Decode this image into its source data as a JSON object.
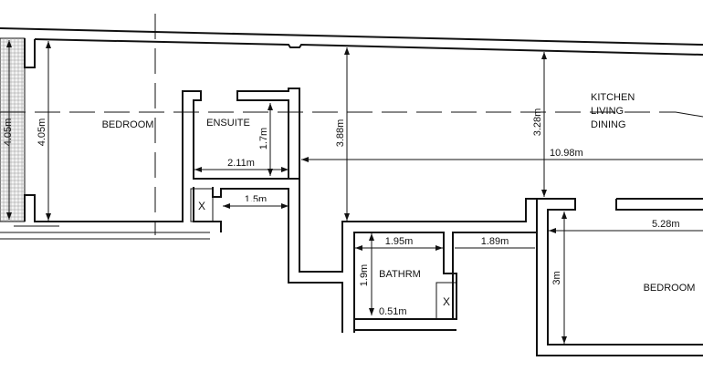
{
  "rooms": {
    "bedroom_left": "BEDROOM",
    "ensuite": "ENSUITE",
    "kitchen_line1": "KITCHEN",
    "kitchen_line2": "LIVING",
    "kitchen_line3": "DINING",
    "bathroom": "BATHRM",
    "bedroom_right": "BEDROOM"
  },
  "dimensions": {
    "balcony_height": "4.05m",
    "bedroom_height": "4.05m",
    "ensuite_height": "1.7m",
    "ensuite_width": "2.11m",
    "corridor_width": "1.5m",
    "hall_height": "3.88m",
    "kitchen_height": "3.28m",
    "overall_width": "10.98m",
    "bath_width": "1.95m",
    "bath_height": "1.9m",
    "bath_gap": "0.51m",
    "corridor2_width": "1.89m",
    "bedroom_right_width": "5.28m",
    "bedroom_right_height": "3m"
  }
}
